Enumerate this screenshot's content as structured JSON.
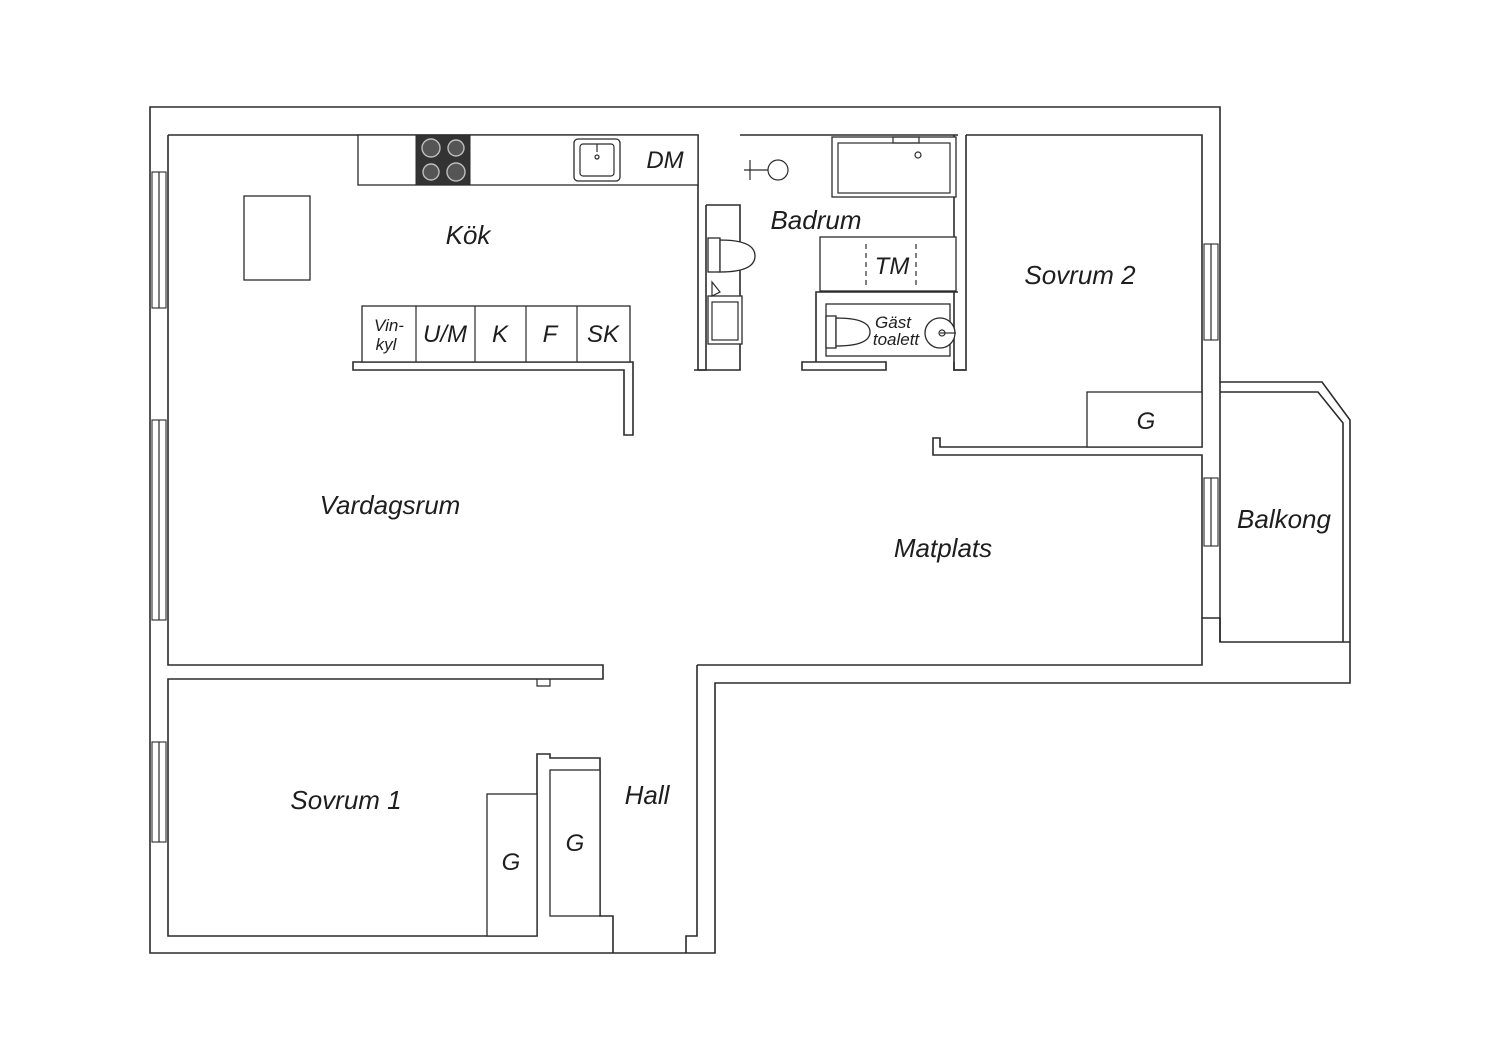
{
  "floorplan": {
    "rooms": {
      "kitchen": "Kök",
      "living_room": "Vardagsrum",
      "bathroom": "Badrum",
      "bedroom_2": "Sovrum 2",
      "dining": "Matplats",
      "balcony": "Balkong",
      "bedroom_1": "Sovrum 1",
      "hall": "Hall"
    },
    "fixtures": {
      "dishwasher": "DM",
      "wine_fridge_line1": "Vin-",
      "wine_fridge_line2": "kyl",
      "oven_micro": "U/M",
      "fridge": "K",
      "freezer": "F",
      "storage_cabinet": "SK",
      "washing_machine": "TM",
      "guest_toilet_line1": "Gäst",
      "guest_toilet_line2": "toalett",
      "wardrobe_bedroom_2": "G",
      "wardrobe_bedroom_1": "G",
      "wardrobe_hall": "G"
    }
  }
}
